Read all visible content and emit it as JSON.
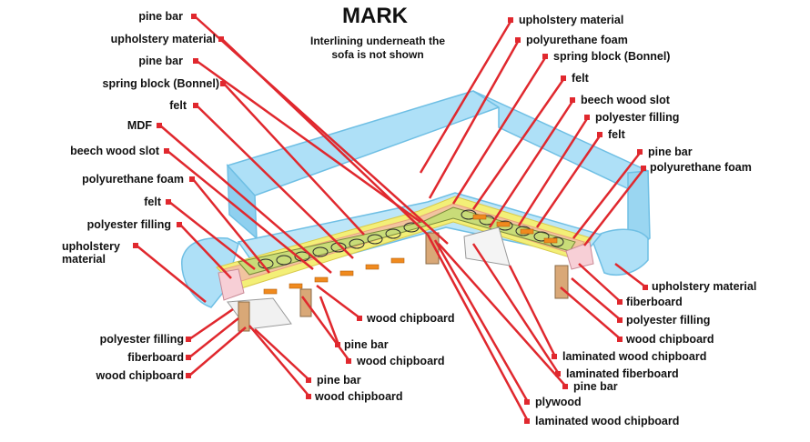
{
  "title": "MARK",
  "subtitle": "Interlining underneath the sofa is not shown",
  "colors": {
    "upholstery": "#aee0f7",
    "upholstery_edge": "#6fbfe4",
    "foam": "#f3ef77",
    "felt": "#e8a27a",
    "springs": "#c9dc78",
    "slats": "#f08a1e",
    "board": "#e8c39a",
    "leader": "#e0282e"
  },
  "labels": {
    "left": [
      "pine bar",
      "upholstery material",
      "pine bar",
      "spring block (Bonnel)",
      "felt",
      "MDF",
      "beech wood slot",
      "polyurethane foam",
      "felt",
      "polyester filling",
      "upholstery material",
      "polyester filling",
      "fiberboard",
      "wood chipboard"
    ],
    "right": [
      "upholstery material",
      "polyurethane foam",
      "spring block (Bonnel)",
      "felt",
      "beech wood slot",
      "polyester filling",
      "felt",
      "pine bar",
      "polyurethane foam",
      "upholstery material",
      "fiberboard",
      "polyester filling",
      "wood chipboard",
      "laminated wood chipboard",
      "laminated fiberboard",
      "pine bar",
      "plywood",
      "laminated wood chipboard"
    ],
    "bottom": [
      "wood chipboard",
      "pine bar",
      "wood chipboard",
      "pine bar",
      "wood chipboard"
    ]
  }
}
